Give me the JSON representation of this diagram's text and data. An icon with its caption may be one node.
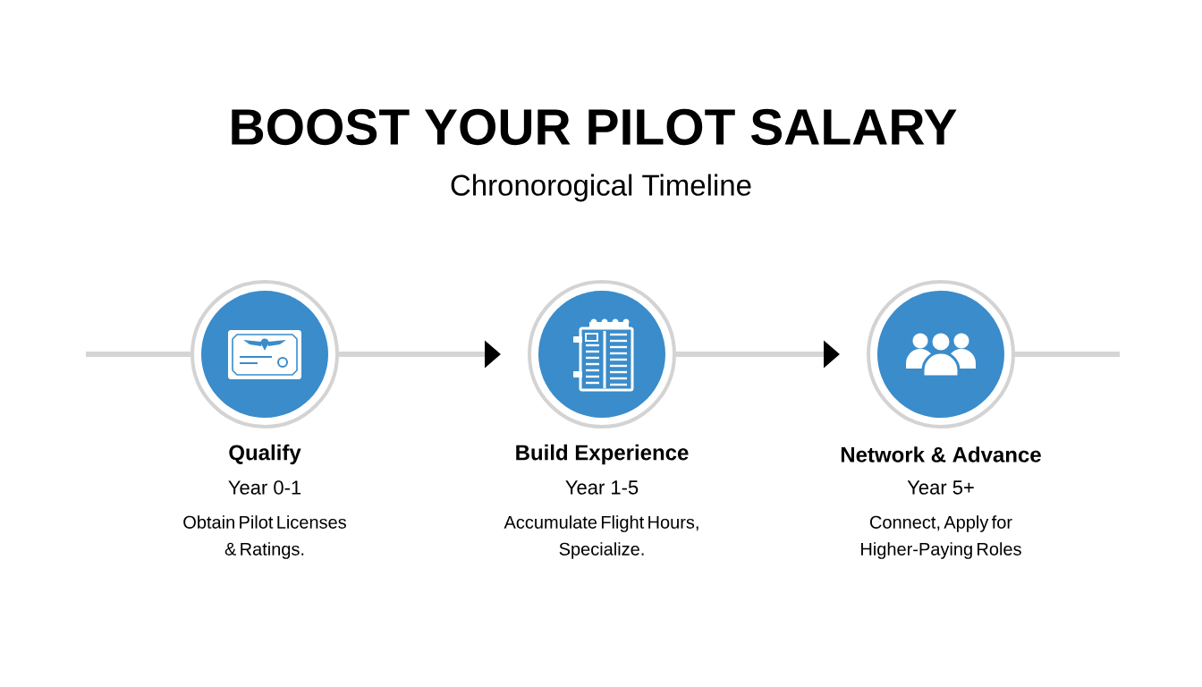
{
  "diagram": {
    "title": "BOOST YOUR PILOT SALARY",
    "nodes": [
      {
        "text": [
          "Qualify",
          "Year 0-1",
          "Obtain Pilot Licenses & Ratings."
        ]
      },
      {
        "text": [
          "Build Experience",
          "Year 1-5",
          "Accumulate Flight Hours, Specialize."
        ]
      },
      {
        "text": [
          "Network & Advance",
          "Year 5+",
          "Connect, Apply for Higher-Paying Roles"
        ]
      }
    ],
    "edges": [
      {
        "from": null,
        "to": 0,
        "arrow": "none"
      },
      {
        "from": 0,
        "to": 1,
        "arrow": "to"
      },
      {
        "from": 1,
        "to": 2,
        "arrow": "to"
      },
      {
        "from": 2,
        "to": null,
        "arrow": "none"
      }
    ],
    "labels": [
      "Chronorogical Timeline"
    ]
  }
}
